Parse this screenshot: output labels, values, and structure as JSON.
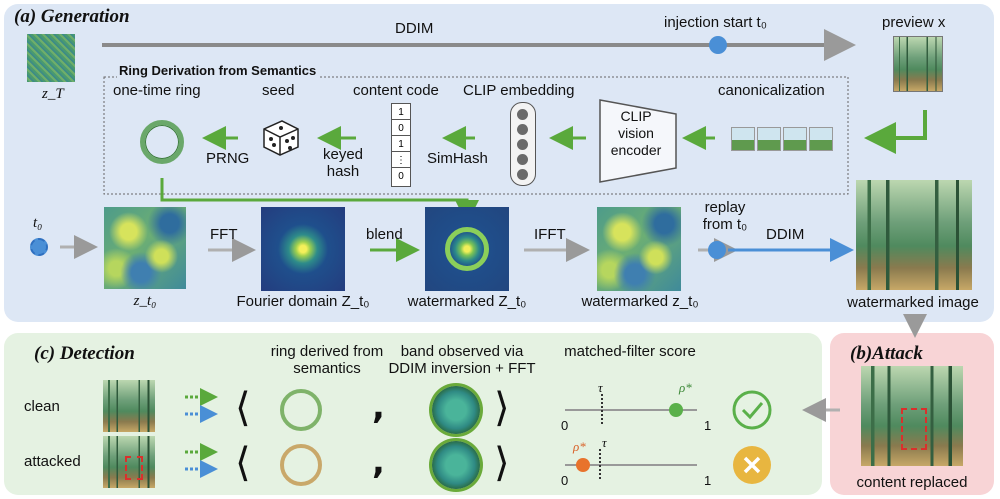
{
  "panels": {
    "generation": "(a) Generation",
    "detection": "(c) Detection",
    "attack": "(b)Attack"
  },
  "generation": {
    "ddim_top": "DDIM",
    "injection_start": "injection start t₀",
    "preview": "preview x",
    "z_T": "z_T",
    "ring_box_title": "Ring Derivation from Semantics",
    "one_time_ring": "one-time ring",
    "seed": "seed",
    "content_code": "content code",
    "clip_embedding": "CLIP embedding",
    "canonicalization": "canonicalization",
    "prng": "PRNG",
    "keyed_hash": "keyed\nhash",
    "simhash": "SimHash",
    "clip_encoder": "CLIP\nvision\nencoder",
    "code_bits": [
      "1",
      "0",
      "1",
      "⋮",
      "0"
    ],
    "t0": "t₀",
    "fft": "FFT",
    "blend": "blend",
    "ifft": "IFFT",
    "replay": "replay\nfrom t₀",
    "ddim_bottom": "DDIM",
    "z_t0": "z_t₀",
    "fourier_domain": "Fourier domain Z_t₀",
    "watermarked_Z": "watermarked Z_t₀",
    "watermarked_z": "watermarked z_t₀",
    "watermarked_image": "watermarked image"
  },
  "detection": {
    "ring_header": "ring derived from\nsemantics",
    "band_header": "band observed via\nDDIM inversion + FFT",
    "score_header": "matched-filter score",
    "rows": [
      {
        "label": "clean",
        "tau": "τ",
        "rho": "ρ*",
        "min": "0",
        "max": "1",
        "result": "pass"
      },
      {
        "label": "attacked",
        "tau": "τ",
        "rho": "ρ*",
        "min": "0",
        "max": "1",
        "result": "fail"
      }
    ],
    "comma": ",",
    "lang": "⟨",
    "rang": "⟩"
  },
  "attack": {
    "caption": "content replaced"
  },
  "colors": {
    "green": "#5aa93c",
    "blue": "#4a8fd6",
    "gray": "#9a9a9a",
    "orange": "#e8732c",
    "check_green": "#5ab04a",
    "x_yellow": "#e8b640",
    "red_dashed": "#d9302c"
  }
}
